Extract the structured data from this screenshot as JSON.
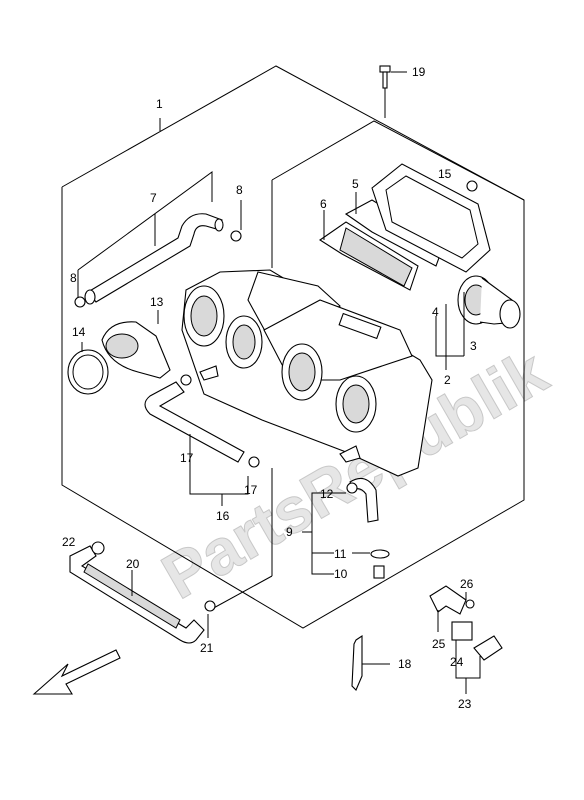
{
  "watermark": "PartsRepublik",
  "labels": {
    "p1": "1",
    "p2": "2",
    "p3": "3",
    "p4": "4",
    "p5": "5",
    "p6": "6",
    "p7": "7",
    "p8a": "8",
    "p8b": "8",
    "p9": "9",
    "p10": "10",
    "p11": "11",
    "p12": "12",
    "p13": "13",
    "p14": "14",
    "p15": "15",
    "p16": "16",
    "p17a": "17",
    "p17b": "17",
    "p18": "18",
    "p19": "19",
    "p20": "20",
    "p21": "21",
    "p22": "22",
    "p23": "23",
    "p24": "24",
    "p25": "25",
    "p26": "26"
  }
}
